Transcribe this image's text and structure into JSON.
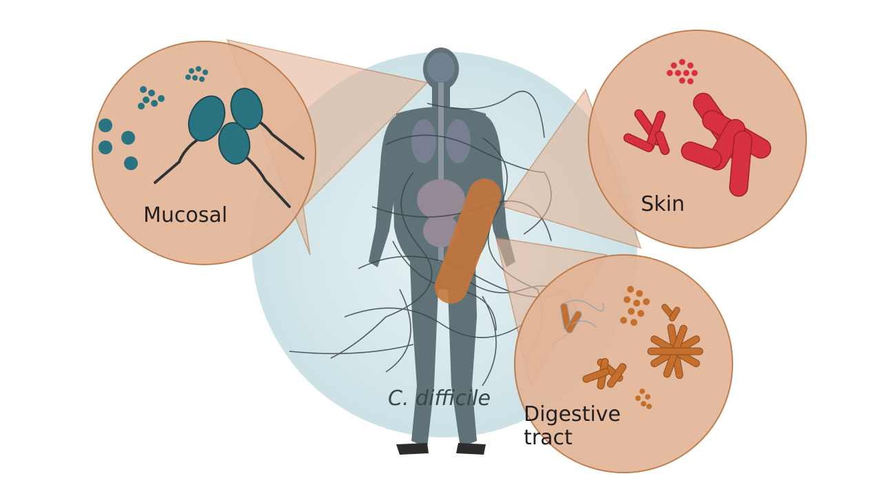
{
  "labels": {
    "mucosal": "Mucosal",
    "skin": "Skin",
    "digestive_line1": "Digestive",
    "digestive_line2": "tract",
    "c_difficile": "C. difficile"
  },
  "colors": {
    "zoom_fill": "#e3b496",
    "zoom_stroke": "#b9723e",
    "halo": "#d2e6ea",
    "body": "#5e7278",
    "mucosal_bacteria": "#2a7481",
    "skin_bacteria": "#d7303f",
    "gut_bacteria": "#c46f2e",
    "c_difficile": "#c5753b",
    "fibers": "#3c4245"
  },
  "icons": [
    "human-silhouette-icon",
    "c-difficile-bacterium-icon",
    "flagellated-bacteria-icon",
    "rod-bacteria-icon",
    "coccus-cluster-icon"
  ]
}
